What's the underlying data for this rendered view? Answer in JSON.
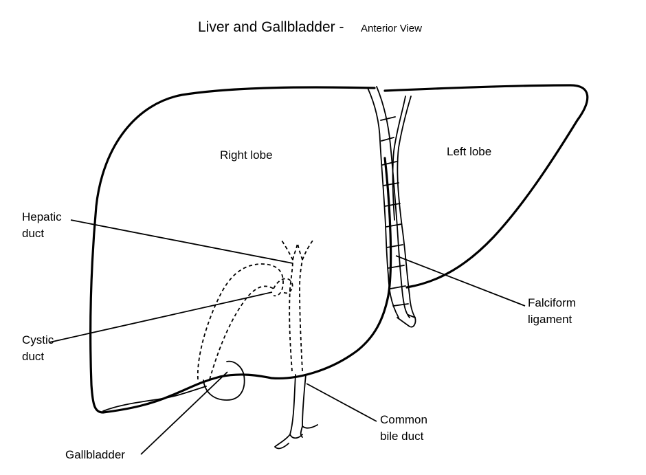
{
  "title": "Liver and Gallbladder - ",
  "subtitle": "Anterior View",
  "labels": {
    "right_lobe": "Right lobe",
    "left_lobe": "Left lobe",
    "hepatic_duct": [
      "Hepatic",
      "duct"
    ],
    "cystic_duct": [
      "Cystic",
      "duct"
    ],
    "falciform_ligament": [
      "Falciform",
      "ligament"
    ],
    "gallbladder": "Gallbladder",
    "common_bile_duct": [
      "Common",
      "bile duct"
    ]
  },
  "colors": {
    "line": "#000000",
    "background": "#ffffff"
  }
}
